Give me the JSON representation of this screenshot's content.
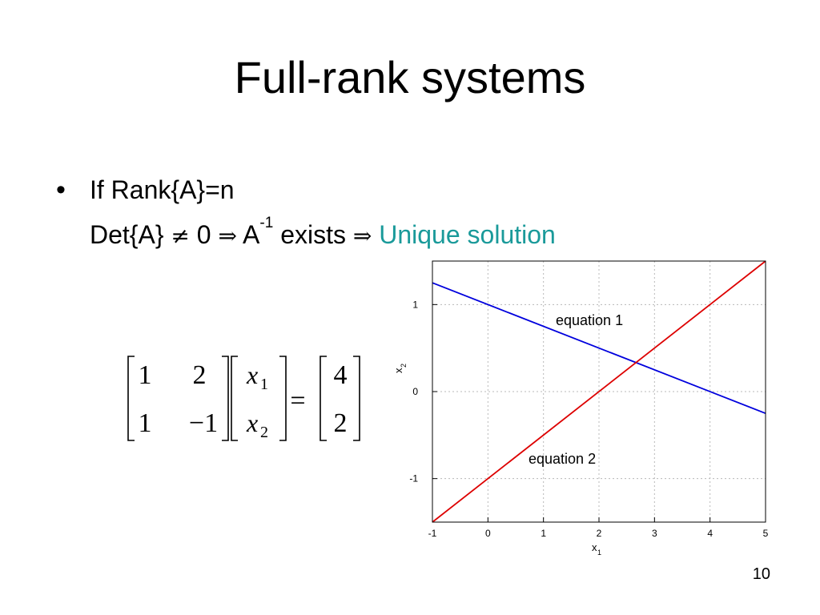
{
  "slide": {
    "title": "Full-rank systems",
    "page_number": "10"
  },
  "bullets": {
    "dot": "•",
    "line1": "If Rank{A}=n",
    "line2": {
      "det": "Det{A}",
      "neq": "≠",
      "zero": "0",
      "implies1": "⇒",
      "a": "A",
      "inv": "-1",
      "exists": "exists",
      "implies2": "⇒",
      "highlight": "Unique solution"
    }
  },
  "colors": {
    "highlight": "#1a9a9a",
    "equation1": "#0000dd",
    "equation2": "#dd0000"
  },
  "equation": {
    "matrix": [
      [
        "1",
        "2"
      ],
      [
        "1",
        "−1"
      ]
    ],
    "vector": [
      {
        "base": "x",
        "sub": "1"
      },
      {
        "base": "x",
        "sub": "2"
      }
    ],
    "equals": "=",
    "rhs": [
      "4",
      "2"
    ]
  },
  "chart_data": {
    "type": "line",
    "xlabel": {
      "base": "x",
      "sub": "1"
    },
    "ylabel": {
      "base": "x",
      "sub": "2"
    },
    "xlim": [
      -1,
      5
    ],
    "ylim": [
      -1.5,
      1.5
    ],
    "xticks": [
      -1,
      0,
      1,
      2,
      3,
      4,
      5
    ],
    "yticks": [
      -1,
      0,
      1
    ],
    "grid": true,
    "series": [
      {
        "name": "equation 1",
        "color": "#0000dd",
        "x": [
          -1,
          5
        ],
        "y": [
          1.25,
          -0.25
        ]
      },
      {
        "name": "equation 2",
        "color": "#dd0000",
        "x": [
          -1,
          5
        ],
        "y": [
          -1.5,
          1.5
        ]
      }
    ]
  }
}
